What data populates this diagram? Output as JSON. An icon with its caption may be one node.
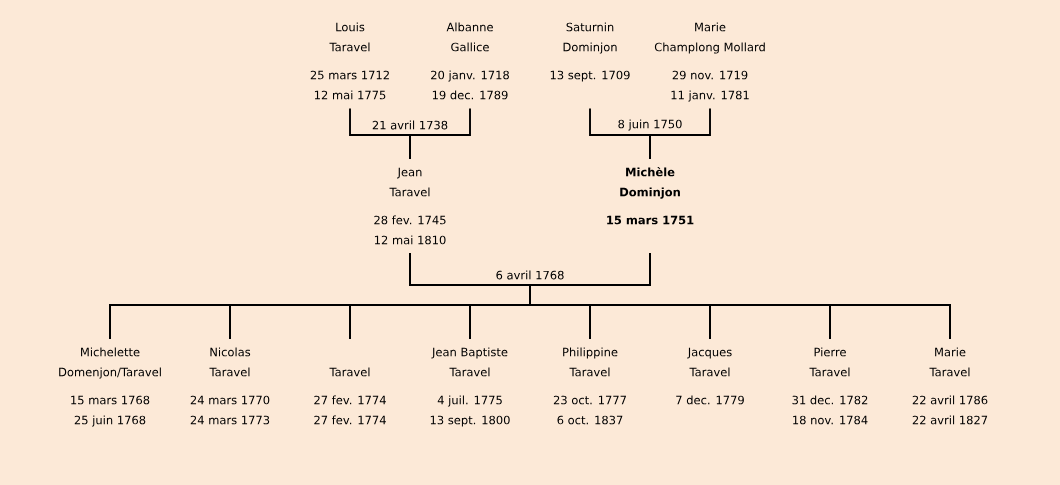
{
  "diagram": {
    "nodes": [
      {
        "text": [
          "Louis",
          "Taravel",
          "25 mars 1712",
          "12 mai 1775"
        ]
      },
      {
        "text": [
          "Albanne",
          "Gallice",
          "20 janv. 1718",
          "19 dec. 1789"
        ]
      },
      {
        "text": [
          "Saturnin",
          "Dominjon",
          "13 sept. 1709"
        ]
      },
      {
        "text": [
          "Marie",
          "Champlong Mollard",
          "29 nov. 1719",
          "11 janv. 1781"
        ]
      },
      {
        "text": [
          "Jean",
          "Taravel",
          "28 fev. 1745",
          "12 mai 1810"
        ]
      },
      {
        "text": [
          "Michèle",
          "Dominjon",
          "15 mars 1751"
        ]
      },
      {
        "text": [
          "Michelette",
          "Domenjon/Taravel",
          "15 mars 1768",
          "25 juin 1768"
        ]
      },
      {
        "text": [
          "Nicolas",
          "Taravel",
          "24 mars 1770",
          "24 mars 1773"
        ]
      },
      {
        "text": [
          "Taravel",
          "27 fev. 1774",
          "27 fev. 1774"
        ]
      },
      {
        "text": [
          "Jean Baptiste",
          "Taravel",
          "4 juil. 1775",
          "13 sept. 1800"
        ]
      },
      {
        "text": [
          "Philippine",
          "Taravel",
          "23 oct. 1777",
          "6 oct. 1837"
        ]
      },
      {
        "text": [
          "Jacques",
          "Taravel",
          "7 dec. 1779"
        ]
      },
      {
        "text": [
          "Pierre",
          "Taravel",
          "31 dec. 1782",
          "18 nov. 1784"
        ]
      },
      {
        "text": [
          "Marie",
          "Taravel",
          "22 avril 1786",
          "22 avril 1827"
        ]
      }
    ],
    "edges": [
      {
        "from": 0,
        "to": 4,
        "arrow": "none"
      },
      {
        "from": 1,
        "to": 4,
        "arrow": "none"
      },
      {
        "from": 2,
        "to": 5,
        "arrow": "none"
      },
      {
        "from": 3,
        "to": 5,
        "arrow": "none"
      },
      {
        "from": 4,
        "to": 6,
        "arrow": "none"
      },
      {
        "from": 4,
        "to": 7,
        "arrow": "none"
      },
      {
        "from": 4,
        "to": 8,
        "arrow": "none"
      },
      {
        "from": 4,
        "to": 9,
        "arrow": "none"
      },
      {
        "from": 4,
        "to": 10,
        "arrow": "none"
      },
      {
        "from": 4,
        "to": 11,
        "arrow": "none"
      },
      {
        "from": 4,
        "to": 12,
        "arrow": "none"
      },
      {
        "from": 4,
        "to": 13,
        "arrow": "none"
      },
      {
        "from": 5,
        "to": 6,
        "arrow": "none"
      },
      {
        "from": 5,
        "to": 7,
        "arrow": "none"
      },
      {
        "from": 5,
        "to": 8,
        "arrow": "none"
      },
      {
        "from": 5,
        "to": 9,
        "arrow": "none"
      },
      {
        "from": 5,
        "to": 10,
        "arrow": "none"
      },
      {
        "from": 5,
        "to": 11,
        "arrow": "none"
      },
      {
        "from": 5,
        "to": 12,
        "arrow": "none"
      },
      {
        "from": 5,
        "to": 13,
        "arrow": "none"
      }
    ],
    "labels": [
      "21 avril 1738",
      "8 juin 1750",
      "6 avril 1768"
    ]
  }
}
